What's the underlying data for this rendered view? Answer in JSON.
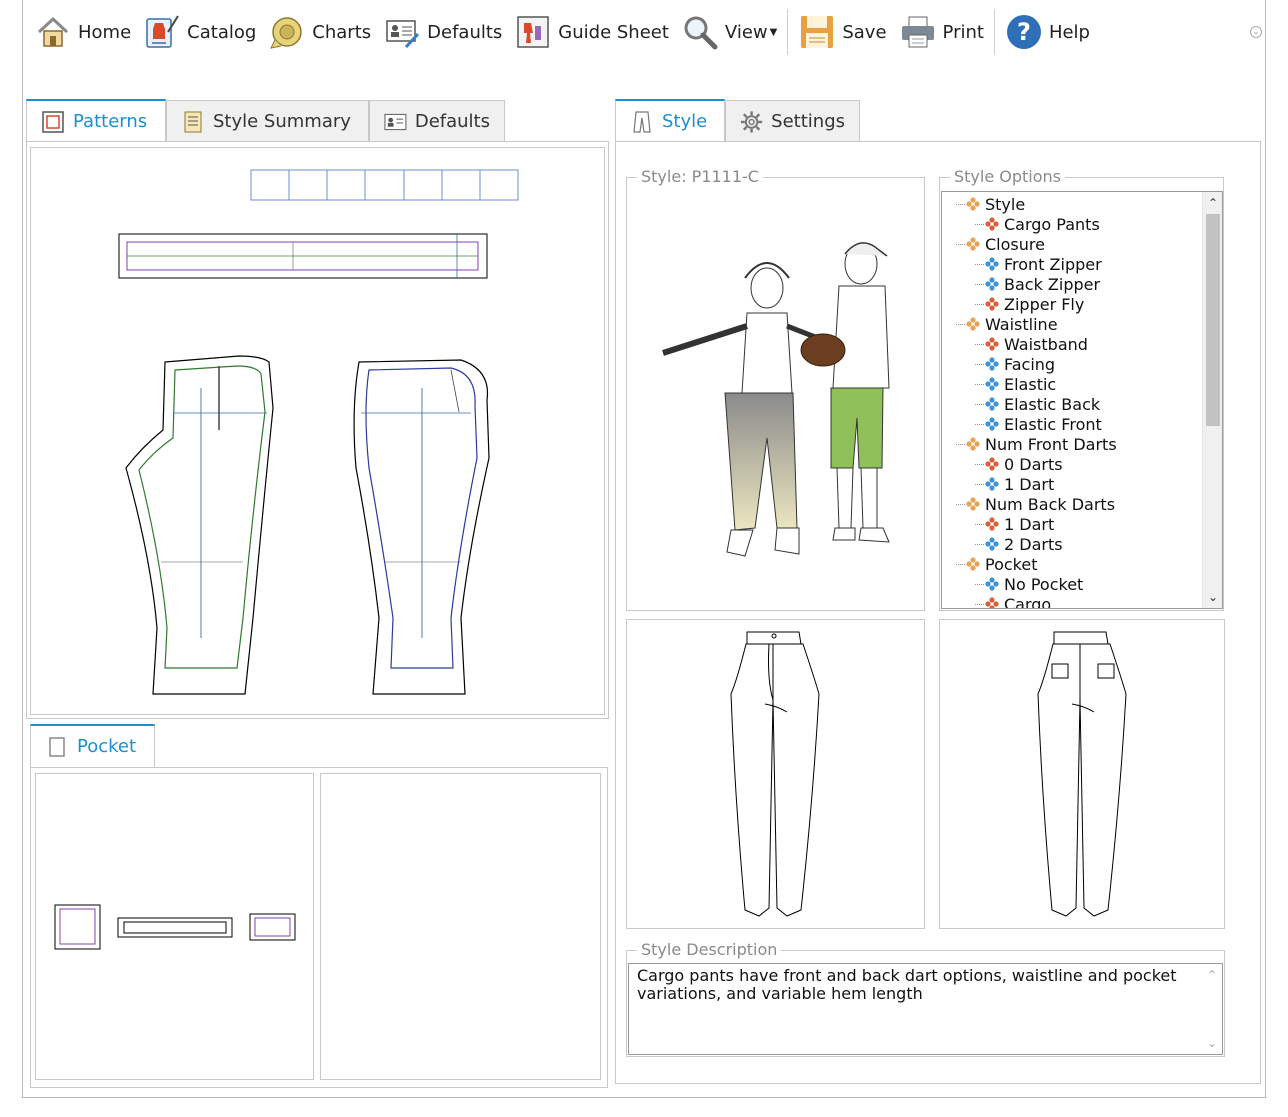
{
  "toolbar": {
    "home": "Home",
    "catalog": "Catalog",
    "charts": "Charts",
    "defaults": "Defaults",
    "guide_sheet": "Guide Sheet",
    "view": "View",
    "save": "Save",
    "print": "Print",
    "help": "Help"
  },
  "left_tabs": {
    "patterns": "Patterns",
    "style_summary": "Style Summary",
    "defaults": "Defaults"
  },
  "pocket_tab": "Pocket",
  "right_tabs": {
    "style": "Style",
    "settings": "Settings"
  },
  "style_title": "Style: P1111-C",
  "style_options_title": "Style Options",
  "style_description_title": "Style Description",
  "style_description": "Cargo pants have front and back dart options, waistline and pocket variations, and variable hem length",
  "tree": [
    {
      "label": "Style",
      "level": 0,
      "kind": "group"
    },
    {
      "label": "Cargo Pants",
      "level": 1,
      "kind": "selected"
    },
    {
      "label": "Closure",
      "level": 0,
      "kind": "group"
    },
    {
      "label": "Front Zipper",
      "level": 1,
      "kind": "option"
    },
    {
      "label": "Back Zipper",
      "level": 1,
      "kind": "option"
    },
    {
      "label": "Zipper Fly",
      "level": 1,
      "kind": "selected"
    },
    {
      "label": "Waistline",
      "level": 0,
      "kind": "group"
    },
    {
      "label": "Waistband",
      "level": 1,
      "kind": "selected"
    },
    {
      "label": "Facing",
      "level": 1,
      "kind": "option"
    },
    {
      "label": "Elastic",
      "level": 1,
      "kind": "option"
    },
    {
      "label": "Elastic Back",
      "level": 1,
      "kind": "option"
    },
    {
      "label": "Elastic Front",
      "level": 1,
      "kind": "option"
    },
    {
      "label": "Num Front Darts",
      "level": 0,
      "kind": "group"
    },
    {
      "label": "0 Darts",
      "level": 1,
      "kind": "selected"
    },
    {
      "label": "1 Dart",
      "level": 1,
      "kind": "option"
    },
    {
      "label": "Num Back Darts",
      "level": 0,
      "kind": "group"
    },
    {
      "label": "1 Dart",
      "level": 1,
      "kind": "selected"
    },
    {
      "label": "2 Darts",
      "level": 1,
      "kind": "option"
    },
    {
      "label": "Pocket",
      "level": 0,
      "kind": "group"
    },
    {
      "label": "No Pocket",
      "level": 1,
      "kind": "option"
    },
    {
      "label": "Cargo",
      "level": 1,
      "kind": "selected"
    }
  ],
  "colors": {
    "accent": "#1b8fd1",
    "group_node": "#e8a256",
    "selected_node": "#d9603b",
    "option_node": "#3f93d6"
  },
  "icons": {
    "home": "home-icon",
    "catalog": "catalog-icon",
    "charts": "measuring-tape-icon",
    "defaults": "defaults-card-icon",
    "guide_sheet": "guide-sheet-icon",
    "view": "magnifier-icon",
    "save": "floppy-disk-icon",
    "print": "printer-icon",
    "help": "help-question-icon"
  }
}
